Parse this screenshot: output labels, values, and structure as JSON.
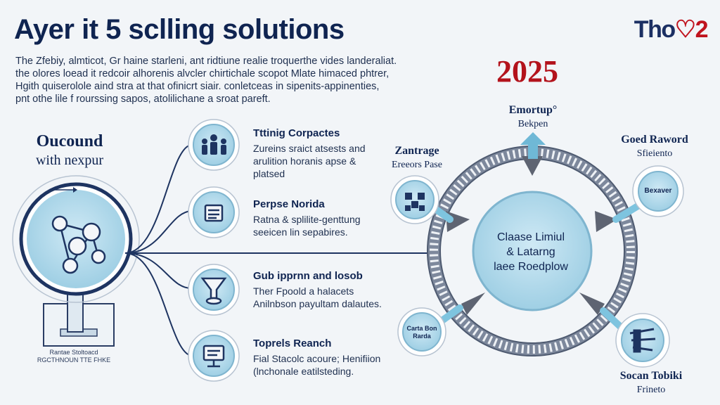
{
  "header": {
    "title": "Ayer it 5 sclling solutions",
    "logo_text": "Tho",
    "logo_mark": "♡2"
  },
  "intro": {
    "lines": [
      "The Zfebiy, almticot, Gr haine starleni, ant ridtiune realie troquerthe vides landeraliat.",
      "the olores loead it redcoir alhorenis alvcler chirtichale scopot Mlate himaced phtrer,",
      "Hgith quiserolole aind stra at that ofinicrt siair. conletceas in sipenits-appinenties,",
      "pnt othe lile f rourssing sapos, atolilichane a sroat pareft."
    ]
  },
  "left": {
    "heading_line1": "Oucound",
    "heading_line2": "with nexpur",
    "base_caption_line1": "Rantae Stoltoacd",
    "base_caption_line2": "RGCTHNOUN TTE FHKE"
  },
  "items": [
    {
      "title": "Tttinig Corpactes",
      "desc": "Zureins sraict atsests and arulition horanis apse & platsed",
      "icon": "people-group-icon"
    },
    {
      "title": "Perpse Norida",
      "desc": "Ratna & splilite-genttung seeicen lin sepabires.",
      "icon": "document-list-icon"
    },
    {
      "title": "Gub ipprnn and losob",
      "desc": "Ther Fpoold a halacets Anilnbson payultam dalautes.",
      "icon": "funnel-icon"
    },
    {
      "title": "Toprels Reanch",
      "desc": "Fial Stacolc acoure; Henifiion (lnchonale eatilsteding.",
      "icon": "monitor-icon"
    }
  ],
  "year": "2025",
  "cycle": {
    "center_line1": "Claase Limiul",
    "center_line2": "& Latarng",
    "center_line3": "laee Roedplow",
    "top": {
      "title": "Emortup°",
      "sub": "Bekpen"
    },
    "left": {
      "title": "Zantrage",
      "sub": "Ereeors Pase"
    },
    "right": {
      "title": "Goed Raword",
      "sub": "Sfieiento"
    },
    "bottom_right": {
      "title": "Socan Tobiki",
      "sub": "Frineto"
    },
    "badge_right": "Bexaver",
    "badge_bottom_left": "Carta Bon Rarda"
  },
  "colors": {
    "navy": "#0f2451",
    "accent_red": "#b3131c",
    "light_blue": "#aed7ea",
    "ring": "#8a95a8"
  }
}
